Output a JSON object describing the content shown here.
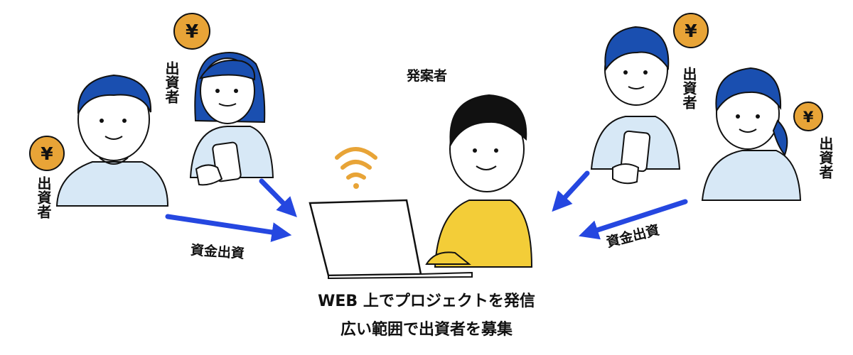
{
  "labels": {
    "proposer": "発案者",
    "investor": "出資者",
    "funding": "資金出資"
  },
  "captions": {
    "line1": "WEB 上でプロジェクトを発信",
    "line2": "広い範囲で出資者を募集"
  },
  "icons": {
    "coin_symbol": "¥",
    "signal": "wifi-icon"
  },
  "colors": {
    "arrow_blue": "#2547e0",
    "coin_orange": "#e8a437",
    "hair_blue": "#1a4fb0",
    "shirt_light_blue": "#d7e8f6",
    "proposer_shirt_yellow": "#f3cd38",
    "line_black": "#111111"
  }
}
